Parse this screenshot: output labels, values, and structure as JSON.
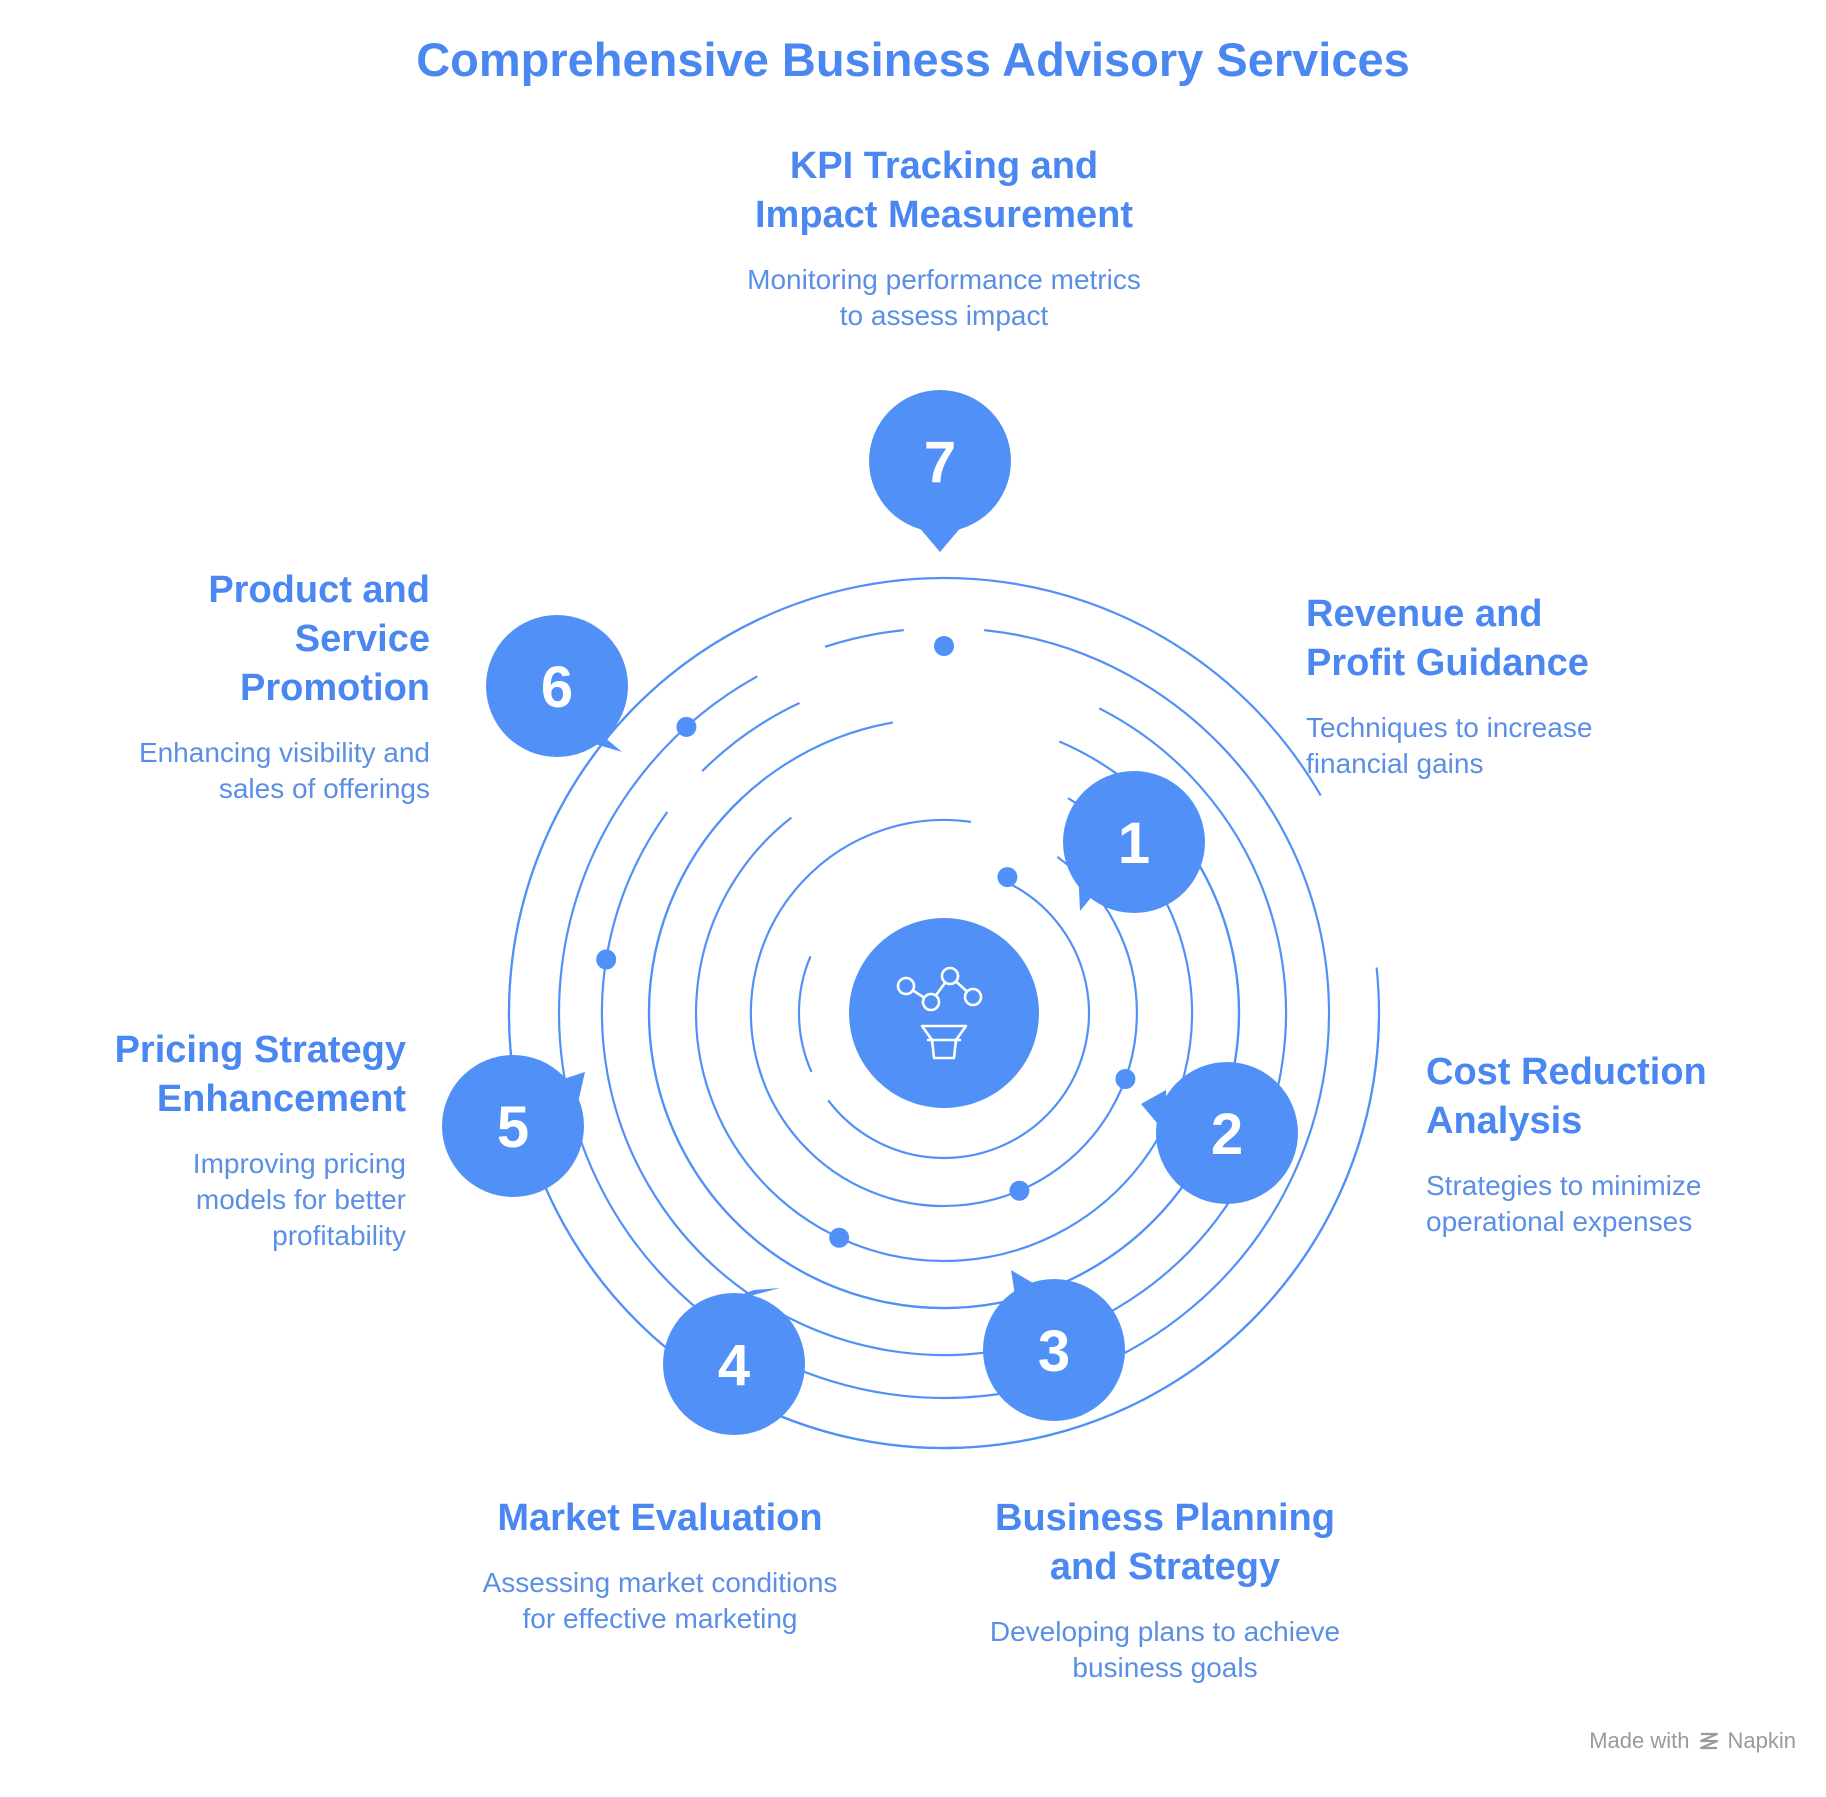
{
  "title": "Comprehensive Business Advisory Services",
  "colors": {
    "accent": "#5191f7",
    "heading": "#4a87f0",
    "body_text": "#5b8fe6",
    "credit": "#9a9a9a",
    "background": "#ffffff"
  },
  "center_icon": "funnel-analytics-icon",
  "steps": [
    {
      "number": "1",
      "title": "Revenue and\nProfit Guidance",
      "description": "Techniques to increase\nfinancial gains"
    },
    {
      "number": "2",
      "title": "Cost Reduction\nAnalysis",
      "description": "Strategies to minimize\noperational expenses"
    },
    {
      "number": "3",
      "title": "Business Planning\nand Strategy",
      "description": "Developing plans to achieve\nbusiness goals"
    },
    {
      "number": "4",
      "title": "Market Evaluation",
      "description": "Assessing market conditions\nfor effective marketing"
    },
    {
      "number": "5",
      "title": "Pricing Strategy\nEnhancement",
      "description": "Improving pricing\nmodels for better\nprofitability"
    },
    {
      "number": "6",
      "title": "Product and\nService\nPromotion",
      "description": "Enhancing visibility and\nsales of offerings"
    },
    {
      "number": "7",
      "title": "KPI Tracking and\nImpact Measurement",
      "description": "Monitoring performance metrics\nto assess impact"
    }
  ],
  "credit": {
    "prefix": "Made with",
    "brand": "Napkin",
    "icon": "napkin-logo-icon"
  }
}
